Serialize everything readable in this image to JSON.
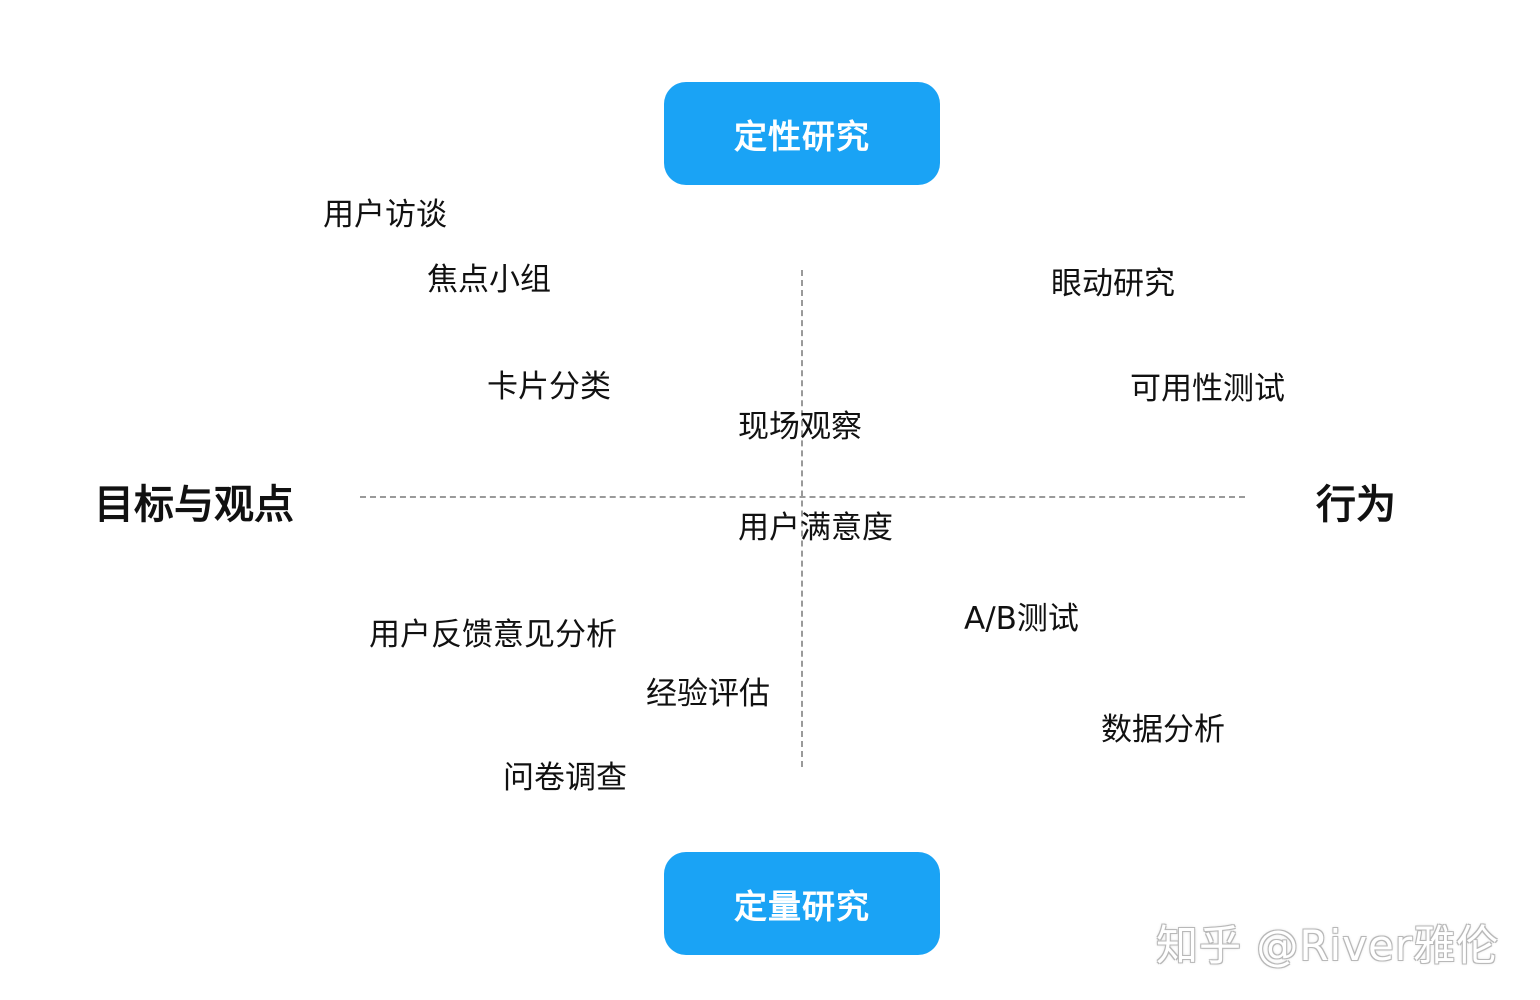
{
  "top_box": {
    "label": "定性研究"
  },
  "bottom_box": {
    "label": "定量研究"
  },
  "axis": {
    "left_label": "目标与观点",
    "right_label": "行为"
  },
  "methods": {
    "user_interview": "用户访谈",
    "focus_group": "焦点小组",
    "card_sorting": "卡片分类",
    "field_observation": "现场观察",
    "eye_tracking": "眼动研究",
    "usability_testing": "可用性测试",
    "user_satisfaction": "用户满意度",
    "user_feedback_analysis": "用户反馈意见分析",
    "expert_review": "经验评估",
    "questionnaire": "问卷调查",
    "ab_testing": "A/B测试",
    "data_analysis": "数据分析"
  },
  "watermark": "知乎 @River雅伦",
  "colors": {
    "accent": "#1aa3f5",
    "text": "#111111",
    "axis_line": "#9a9a9a"
  }
}
